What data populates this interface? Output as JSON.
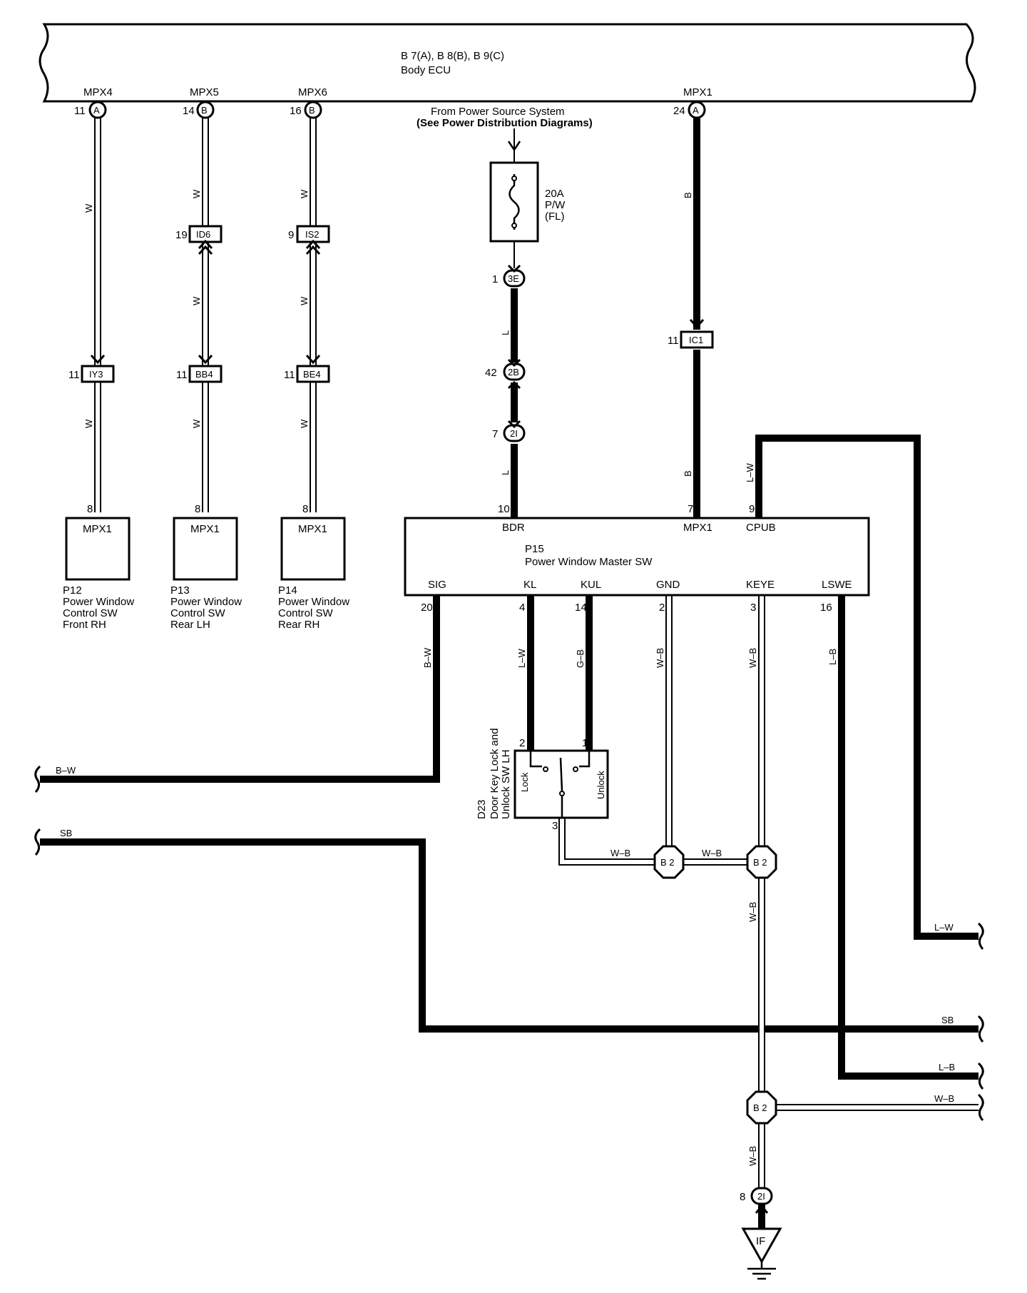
{
  "ecu": {
    "connectors": "B 7(A), B 8(B), B 9(C)",
    "name": "Body ECU",
    "pins": [
      {
        "label": "MPX4",
        "num": "11",
        "conn": "A"
      },
      {
        "label": "MPX5",
        "num": "14",
        "conn": "B"
      },
      {
        "label": "MPX6",
        "num": "16",
        "conn": "B"
      },
      {
        "label": "MPX1",
        "num": "24",
        "conn": "A"
      }
    ]
  },
  "power_source": {
    "line1": "From Power Source System",
    "line2": "(See Power Distribution Diagrams)"
  },
  "fuse": {
    "rating": "20A",
    "name": "P/W",
    "location": "(FL)"
  },
  "junctions": {
    "id6": {
      "num": "19",
      "code": "ID6"
    },
    "is2": {
      "num": "9",
      "code": "IS2"
    },
    "iy3": {
      "num": "11",
      "code": "IY3"
    },
    "bb4": {
      "num": "11",
      "code": "BB4"
    },
    "be4": {
      "num": "11",
      "code": "BE4"
    },
    "ic1": {
      "num": "11",
      "code": "IC1"
    },
    "c3e": {
      "num": "1",
      "code": "3E"
    },
    "c2b": {
      "num": "42",
      "code": "2B"
    },
    "c2i": {
      "num": "7",
      "code": "2I"
    },
    "c2i_ground": {
      "num": "8",
      "code": "2I"
    }
  },
  "wire_colors": {
    "w1": "W",
    "w2": "W",
    "w3": "W",
    "w4": "W",
    "w5": "W",
    "w6": "W",
    "w7": "W",
    "w8": "W",
    "l1": "L",
    "l2": "L",
    "b1": "B",
    "b2": "B",
    "lw_top": "L–W",
    "sig": "B–W",
    "kl": "L–W",
    "kul": "G–B",
    "gnd": "W–B",
    "keye": "W–B",
    "lswe": "L–B",
    "wb_d23": "W–B",
    "wb_mid": "W–B",
    "wb_down": "W–B",
    "wb_bottom": "W–B"
  },
  "switches": [
    {
      "id": "P12",
      "pin": "8",
      "terminal": "MPX1",
      "name1": "Power Window",
      "name2": "Control SW",
      "name3": "Front RH"
    },
    {
      "id": "P13",
      "pin": "8",
      "terminal": "MPX1",
      "name1": "Power Window",
      "name2": "Control SW",
      "name3": "Rear LH"
    },
    {
      "id": "P14",
      "pin": "8",
      "terminal": "MPX1",
      "name1": "Power Window",
      "name2": "Control SW",
      "name3": "Rear RH"
    }
  ],
  "master": {
    "id": "P15",
    "name": "Power Window Master SW",
    "top_pins": [
      {
        "label": "BDR",
        "num": "10"
      },
      {
        "label": "MPX1",
        "num": "7"
      },
      {
        "label": "CPUB",
        "num": "9"
      }
    ],
    "bottom_pins": [
      {
        "label": "SIG",
        "num": "20"
      },
      {
        "label": "KL",
        "num": "4"
      },
      {
        "label": "KUL",
        "num": "14"
      },
      {
        "label": "GND",
        "num": "2"
      },
      {
        "label": "KEYE",
        "num": "3"
      },
      {
        "label": "LSWE",
        "num": "16"
      }
    ]
  },
  "door_switch": {
    "id": "D23",
    "name1": "Door Key Lock and",
    "name2": "Unlock SW LH",
    "lock": "Lock",
    "unlock": "Unlock",
    "pin_lock": "2",
    "pin_unlock": "1",
    "pin_common": "3"
  },
  "ground_points": {
    "b2_a": "B 2",
    "b2_b": "B 2",
    "b2_c": "B 2"
  },
  "ground": {
    "code": "IF"
  },
  "edge_labels": {
    "left_bw": "B–W",
    "left_sb": "SB",
    "right_lw": "L–W",
    "right_sb": "SB",
    "right_lb": "L–B",
    "right_wb": "W–B"
  }
}
